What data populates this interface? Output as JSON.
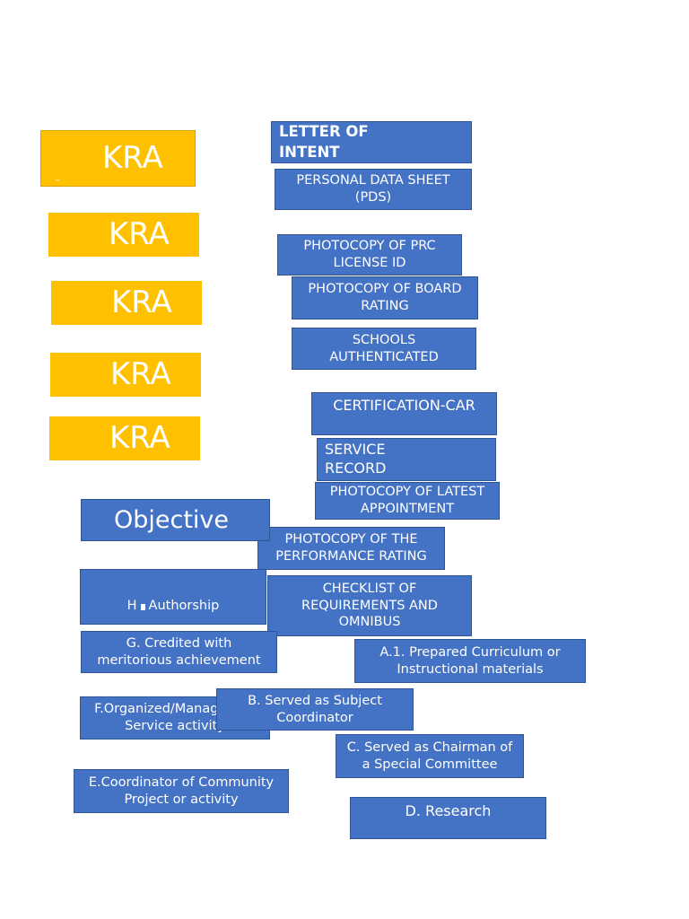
{
  "kra_label": "KRA",
  "kra_mark": "_",
  "requirements": {
    "letter_of_intent": "LETTER OF INTENT",
    "pds": "PERSONAL DATA SHEET (PDS)",
    "prc_license": "PHOTOCOPY OF PRC LICENSE ID",
    "board_rating": "PHOTOCOPY OF BOARD RATING",
    "schools_authenticated": "SCHOOLS AUTHENTICATED",
    "certification_car": "CERTIFICATION-CAR",
    "service_record": "SERVICE RECORD",
    "latest_appointment": "PHOTOCOPY OF LATEST APPOINTMENT",
    "performance_rating": "PHOTOCOPY OF THE PERFORMANCE RATING",
    "checklist": "CHECKLIST OF REQUIREMENTS AND OMNIBUS"
  },
  "objective": {
    "title": "Objective",
    "h_letter": "H",
    "h_text": "Authorship",
    "g": "G. Credited with meritorious achievement",
    "f": "F.Organized/Managed In-Service activity",
    "e": "E.Coordinator of Community Project or activity",
    "a1": "A.1. Prepared Curriculum or Instructional materials",
    "b": "B. Served as Subject Coordinator",
    "c": "C. Served as Chairman of a Special Committee",
    "d": "D. Research"
  },
  "colors": {
    "kra": "#ffc000",
    "box": "#4472c4"
  }
}
